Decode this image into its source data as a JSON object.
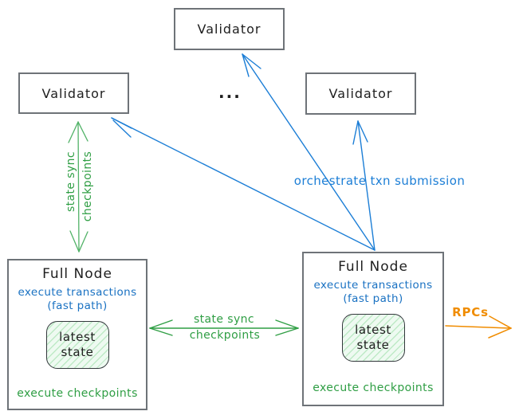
{
  "colors": {
    "green": "#2f9e44",
    "blue": "#1c7ed6",
    "blue_text": "#1971c2",
    "orange": "#f08c00",
    "box_border": "#6e7378",
    "text": "#1e1e1e",
    "state_fill": "#eefaf1"
  },
  "validators": {
    "top": {
      "label": "Validator"
    },
    "left": {
      "label": "Validator"
    },
    "right": {
      "label": "Validator"
    }
  },
  "ellipsis": "...",
  "full_nodes": {
    "left": {
      "title": "Full Node",
      "blue_line1": "execute transactions",
      "blue_line2": "(fast path)",
      "state_line1": "latest",
      "state_line2": "state",
      "footer": "execute checkpoints"
    },
    "right": {
      "title": "Full Node",
      "blue_line1": "execute transactions",
      "blue_line2": "(fast path)",
      "state_line1": "latest",
      "state_line2": "state",
      "footer": "execute checkpoints"
    }
  },
  "edges": {
    "vertical_state_sync": {
      "line1": "state sync",
      "line2": "checkpoints"
    },
    "horizontal_state_sync": {
      "line1": "state sync",
      "line2": "checkpoints"
    },
    "orchestrate": {
      "label": "orchestrate txn submission"
    },
    "rpcs": {
      "label": "RPCs"
    }
  }
}
